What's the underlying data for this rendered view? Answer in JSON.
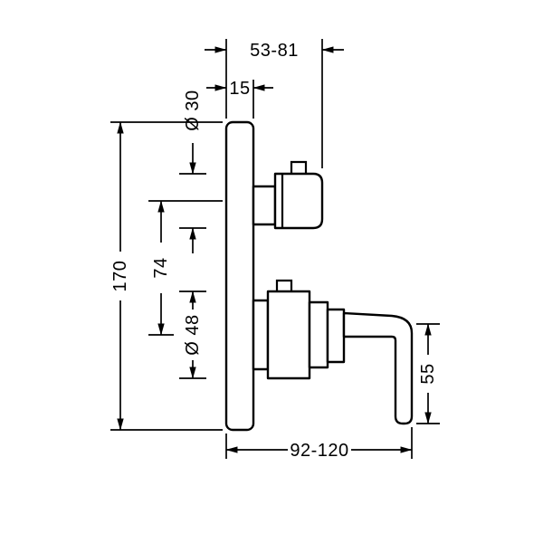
{
  "drawing": {
    "type": "technical-dimension-drawing",
    "subject": "concealed-thermostatic-mixer-side-view",
    "labels": {
      "depth_range": "53-81",
      "plate_thickness": "15",
      "handle_diameter": "Ø 30",
      "plate_height": "170",
      "center_distance": "74",
      "body_diameter": "Ø 48",
      "lever_length": "55",
      "width_range": "92-120"
    },
    "colors": {
      "line": "#000000",
      "background": "#ffffff"
    }
  }
}
